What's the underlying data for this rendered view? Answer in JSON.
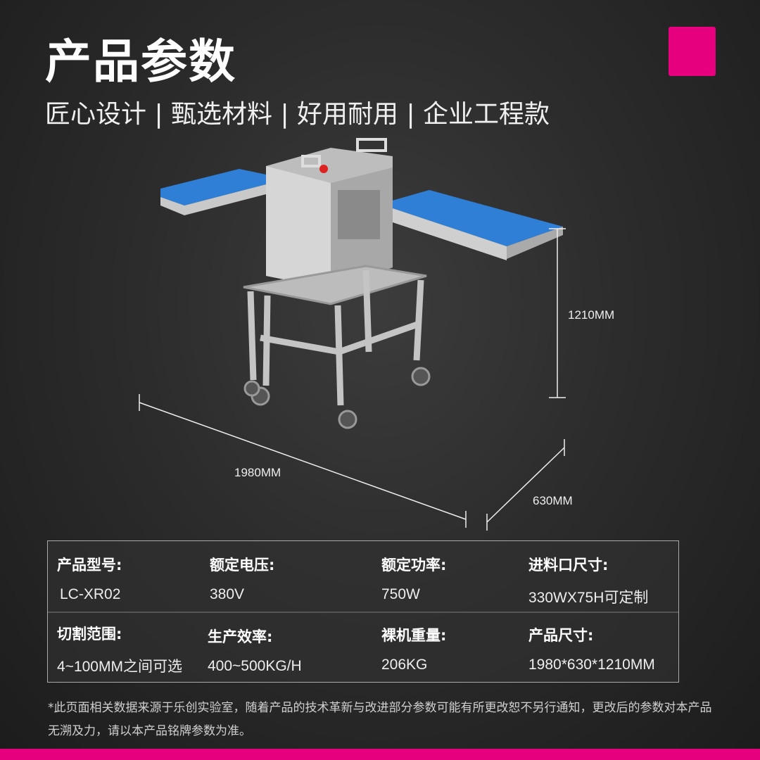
{
  "header": {
    "title": "产品参数",
    "subtitle": "匠心设计 | 甄选材料 | 好用耐用 | 企业工程款",
    "accent": "#e6007e"
  },
  "dimensions": {
    "height": "1210MM",
    "length": "1980MM",
    "width": "630MM"
  },
  "specs": [
    {
      "label": "产品型号:",
      "value": "LC-XR02"
    },
    {
      "label": "额定电压:",
      "value": "380V"
    },
    {
      "label": "额定功率:",
      "value": "750W"
    },
    {
      "label": "进料口尺寸:",
      "value": "330WX75H可定制"
    },
    {
      "label": "切割范围:",
      "value": "4~100MM之间可选"
    },
    {
      "label": "生产效率:",
      "value": "400~500KG/H"
    },
    {
      "label": "裸机重量:",
      "value": "206KG"
    },
    {
      "label": "产品尺寸:",
      "value": "1980*630*1210MM"
    }
  ],
  "note": "*此页面相关数据来源于乐创实验室，随着产品的技术革新与改进部分参数可能有所更改恕不另行通知，更改后的参数对本产品无溯及力，请以本产品铭牌参数为准。"
}
